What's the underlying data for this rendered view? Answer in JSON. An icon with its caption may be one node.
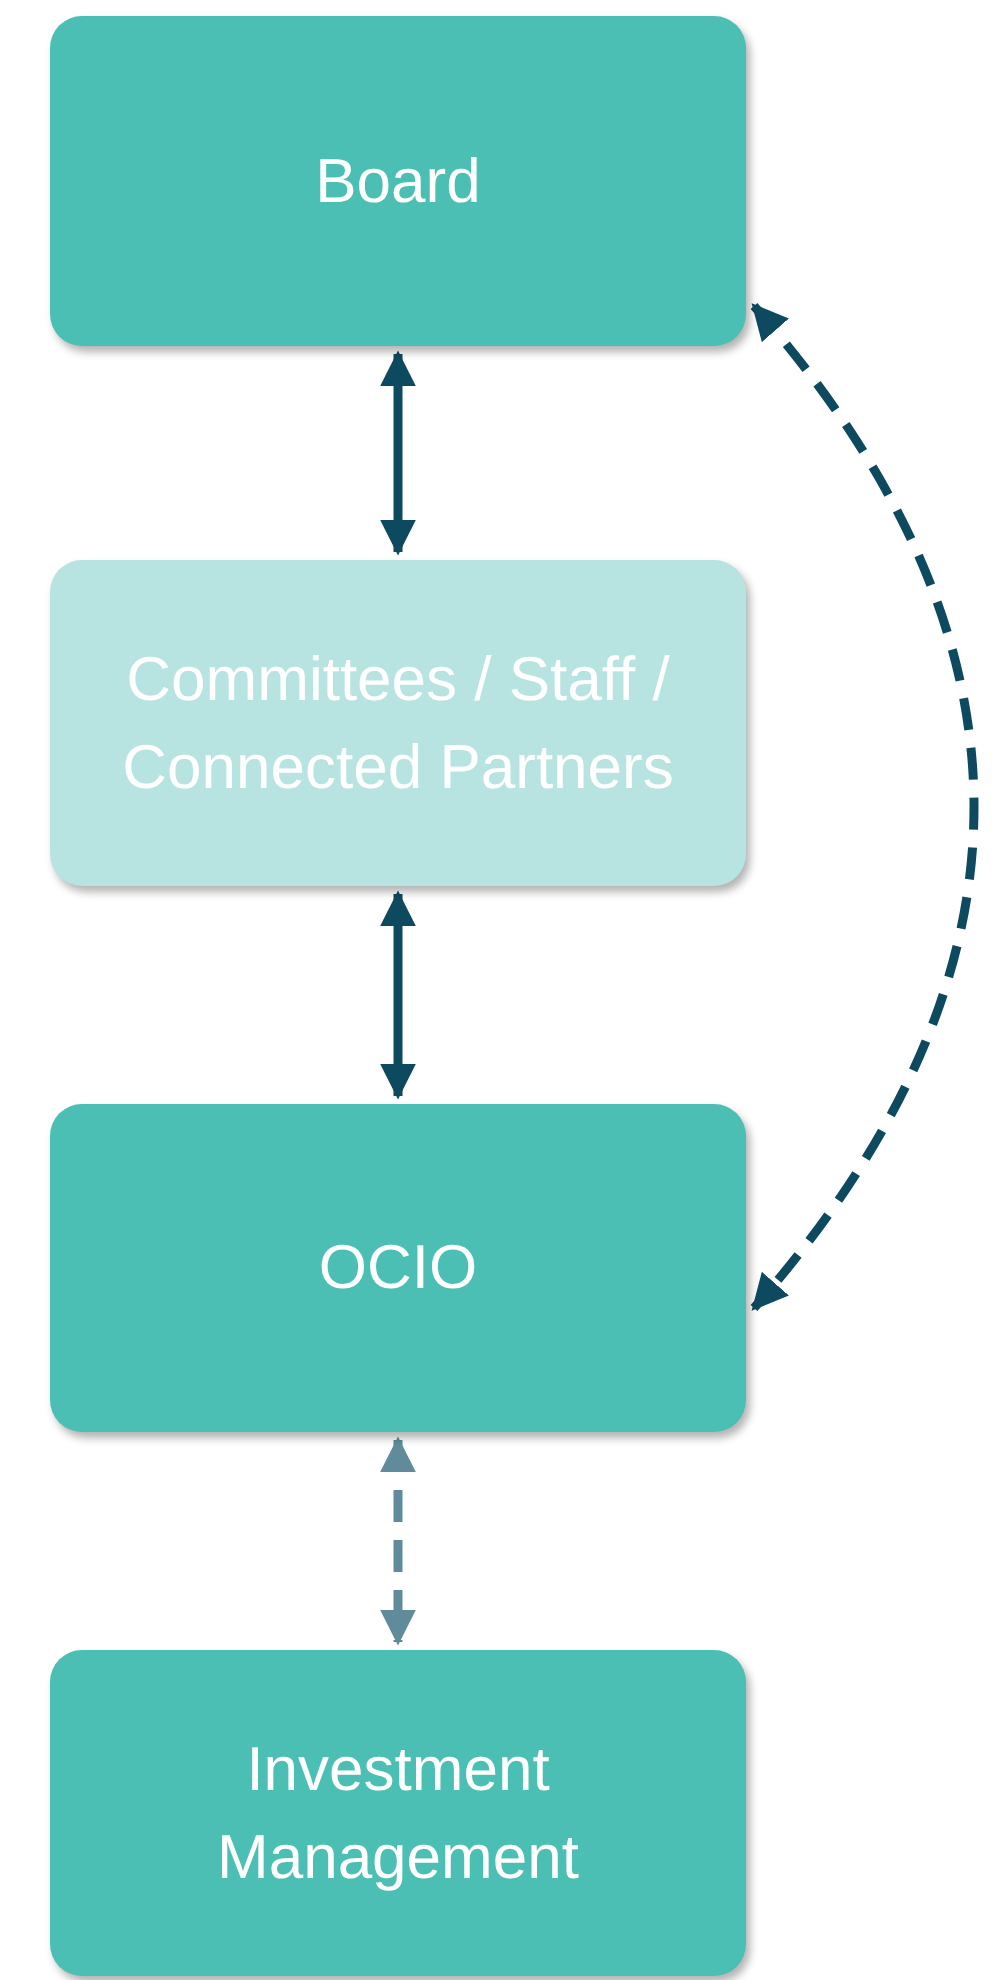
{
  "diagram": {
    "nodes": [
      {
        "text": [
          "Board"
        ]
      },
      {
        "text": [
          "Committees / Staff / Connected Partners"
        ]
      },
      {
        "text": [
          "OCIO"
        ]
      },
      {
        "text": [
          "Investment Management"
        ]
      }
    ],
    "edges": [
      {
        "from": 0,
        "to": 1,
        "arrow": "both"
      },
      {
        "from": 1,
        "to": 2,
        "arrow": "both"
      },
      {
        "from": 2,
        "to": 3,
        "arrow": "both",
        "style": "dashed",
        "color": "#5f8b9b"
      },
      {
        "from": 0,
        "to": 2,
        "arrow": "both",
        "style": "dashed"
      }
    ]
  }
}
